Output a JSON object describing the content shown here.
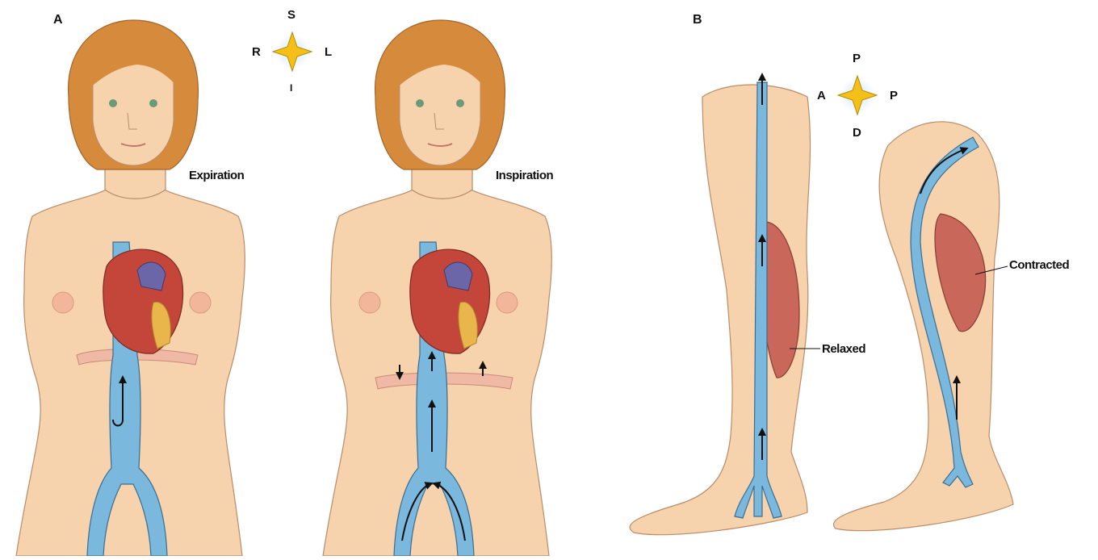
{
  "panels": {
    "a": {
      "letter": "A",
      "expiration_label": "Expiration",
      "inspiration_label": "Inspiration",
      "compass": {
        "top": "S",
        "left": "R",
        "right": "L",
        "bottom": "I"
      }
    },
    "b": {
      "letter": "B",
      "relaxed_label": "Relaxed",
      "contracted_label": "Contracted",
      "compass": {
        "top": "P",
        "left": "A",
        "right": "P",
        "bottom": "D"
      }
    }
  },
  "colors": {
    "skin": "#f6d3ad",
    "skin_outline": "#b98c6a",
    "hair": "#d58a3c",
    "vein": "#7ab8de",
    "vein_outline": "#3c6d8f",
    "heart": "#c4463a",
    "muscle": "#c9675b",
    "diaphragm": "#efb9a6",
    "compass_star": "#f4c018"
  }
}
